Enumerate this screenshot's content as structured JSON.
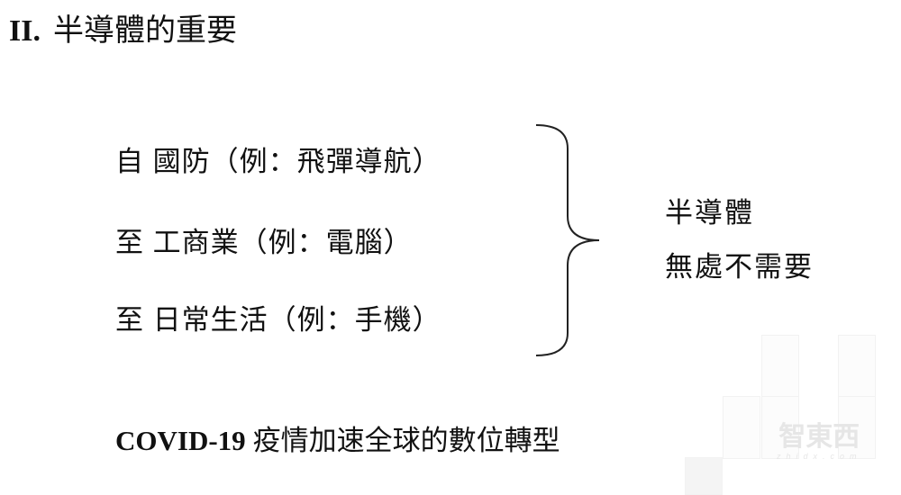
{
  "slide": {
    "title_number": "II.",
    "title": "半導體的重要",
    "items": [
      "自 國防（例：飛彈導航）",
      "至 工商業（例：電腦）",
      "至 日常生活（例：手機）"
    ],
    "conclusion": [
      "半導體",
      "無處不需要"
    ],
    "bottom_en": "COVID-19",
    "bottom_zh": "疫情加速全球的數位轉型"
  },
  "watermark": {
    "logo": "智東西",
    "url": "zhidx.com"
  }
}
